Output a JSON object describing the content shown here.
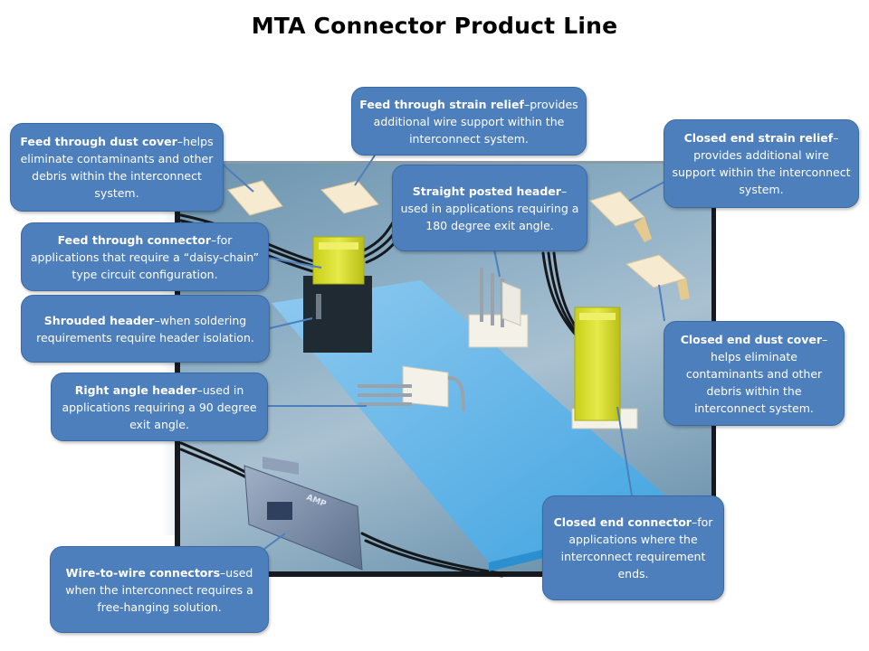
{
  "title": "MTA Connector Product Line",
  "colors": {
    "callout_fill": "#4e7fbd",
    "callout_text": "#ffffff",
    "board": "#4aa8e0",
    "connector_yellow": "#d9e021",
    "header_white": "#f4f1e8",
    "cover_cream": "#f3e3bf",
    "shrouded_header": "#1f2a33",
    "wire_to_wire_gray": "#7a8da6"
  },
  "callouts": [
    {
      "id": "feed-through-dust-cover",
      "name": "Feed through dust cover",
      "separator": "–",
      "description": "helps eliminate contaminants and other debris within the interconnect system."
    },
    {
      "id": "feed-through-strain-relief",
      "name": "Feed through strain relief",
      "separator": "–",
      "description": "provides additional wire support within the interconnect system."
    },
    {
      "id": "closed-end-strain-relief",
      "name": "Closed end strain relief",
      "separator": "–",
      "description": "provides additional wire support within the interconnect system."
    },
    {
      "id": "straight-posted-header",
      "name": "Straight posted header",
      "separator": "–",
      "description": "used in applications requiring a 180 degree exit angle."
    },
    {
      "id": "feed-through-connector",
      "name": "Feed through connector",
      "separator": "–",
      "description": "for applications that require a “daisy-chain” type circuit configuration."
    },
    {
      "id": "shrouded-header",
      "name": "Shrouded header",
      "separator": "–",
      "description": "when soldering requirements require header isolation."
    },
    {
      "id": "right-angle-header",
      "name": "Right angle header",
      "separator": "–",
      "description": "used in applications requiring a 90 degree exit angle."
    },
    {
      "id": "closed-end-dust-cover",
      "name": "Closed end dust cover",
      "separator": "–",
      "description": "helps eliminate contaminants and other debris within the interconnect system."
    },
    {
      "id": "closed-end-connector",
      "name": "Closed end connector",
      "separator": "–",
      "description": "for applications where the interconnect requirement ends."
    },
    {
      "id": "wire-to-wire-connectors",
      "name": "Wire-to-wire connectors",
      "separator": "–",
      "description": "used when the interconnect requires a free-hanging solution."
    }
  ],
  "brand_mark": "AMP"
}
